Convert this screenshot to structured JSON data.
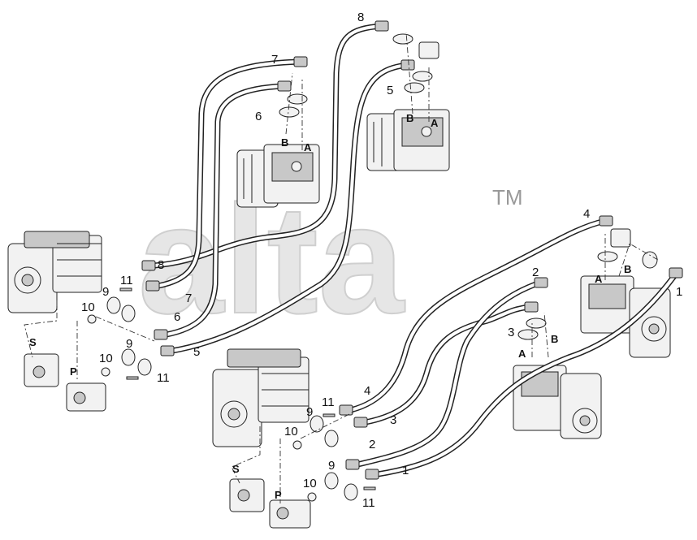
{
  "watermark": {
    "text": "alta",
    "trademark": "TM"
  },
  "labels": {
    "hose_callouts": [
      "1",
      "2",
      "3",
      "4",
      "5",
      "6",
      "7",
      "8"
    ],
    "fitting_callouts": {
      "flange": "9",
      "oring": "10",
      "bolt": "11"
    },
    "ports": {
      "a": "A",
      "b": "B",
      "s": "S",
      "p": "P"
    }
  },
  "colors": {
    "line": "#222222",
    "watermark": "#e6e6e6",
    "part_fill": "#f2f2f2"
  }
}
